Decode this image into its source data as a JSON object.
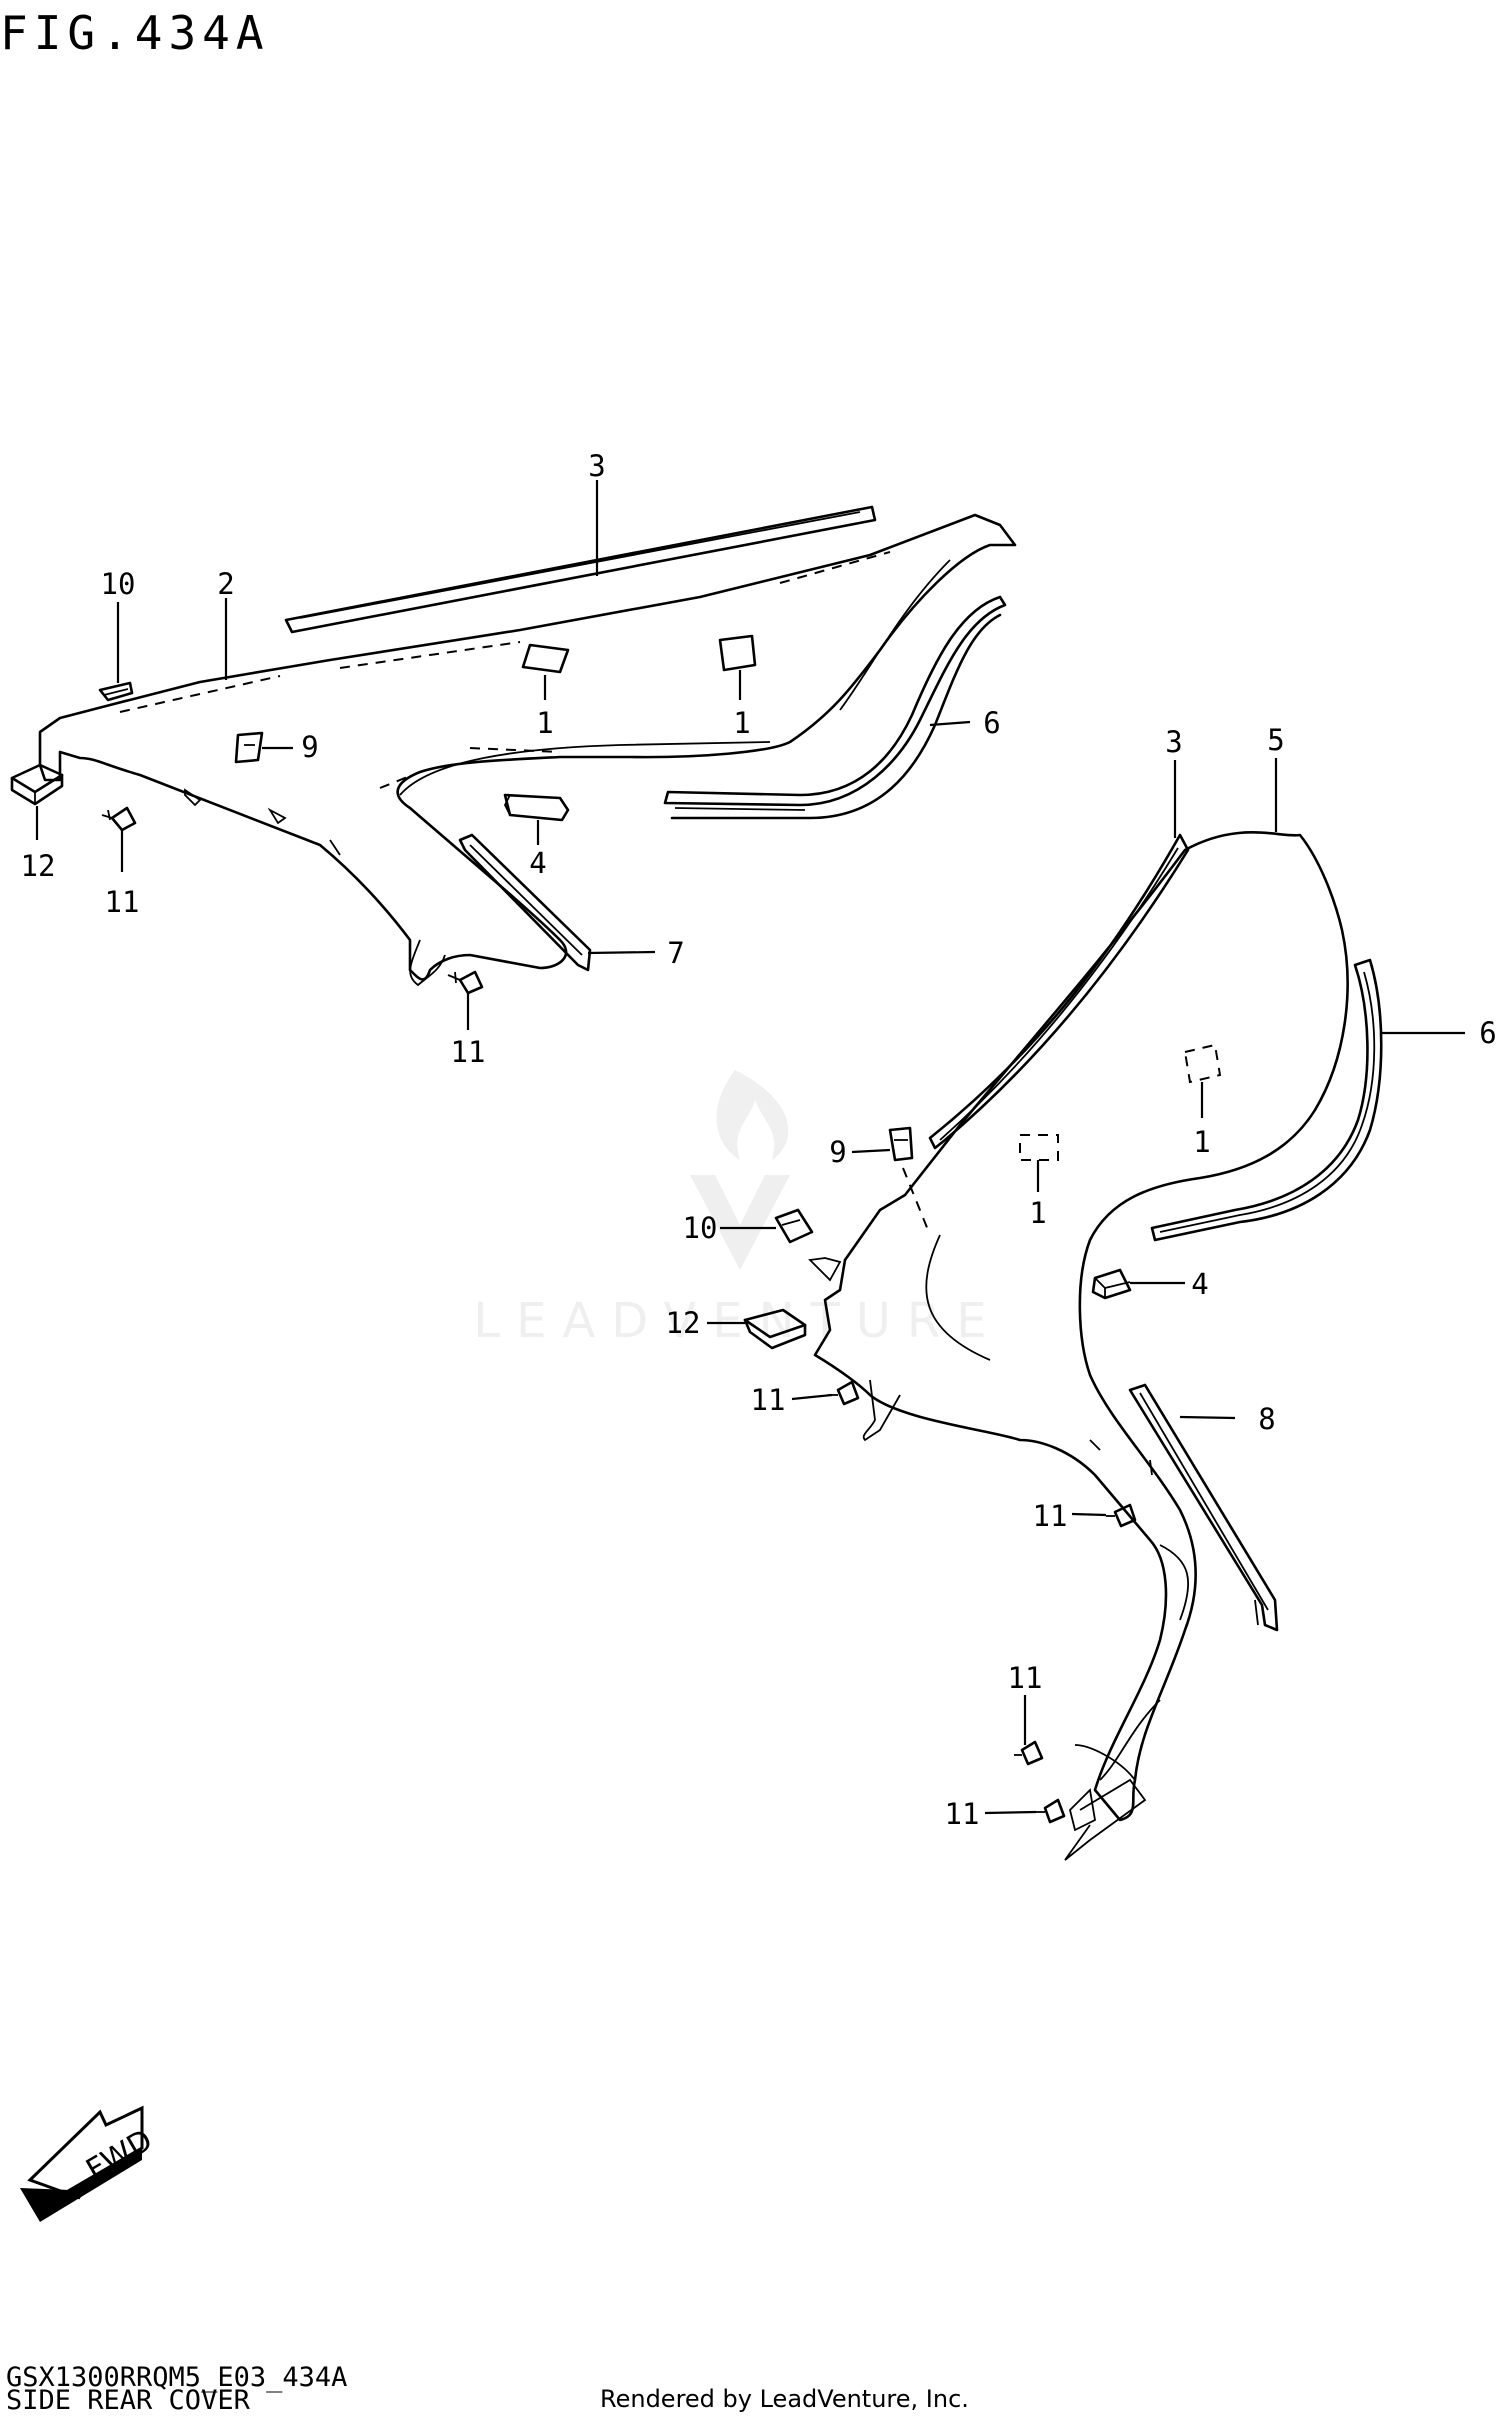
{
  "header": {
    "figure_title": "FIG.434A"
  },
  "footer": {
    "part_code": "GSX1300RRQM5_E03_434A",
    "part_name": "SIDE REAR COVER",
    "rendered_by": "Rendered by LeadVenture, Inc."
  },
  "watermark": {
    "text": "LEADVENTURE"
  },
  "fwd_badge": {
    "label": "FWD"
  },
  "callouts": {
    "left_3": "3",
    "left_10": "10",
    "left_2": "2",
    "left_1a": "1",
    "left_1b": "1",
    "left_6": "6",
    "left_9": "9",
    "left_12": "12",
    "left_11a": "11",
    "left_4": "4",
    "left_7": "7",
    "left_11b": "11",
    "right_3": "3",
    "right_5": "5",
    "right_6": "6",
    "right_9": "9",
    "right_1a": "1",
    "right_1b": "1",
    "right_10": "10",
    "right_12": "12",
    "right_11a": "11",
    "right_4": "4",
    "right_8": "8",
    "right_11b": "11",
    "right_11c": "11",
    "right_11d": "11"
  }
}
